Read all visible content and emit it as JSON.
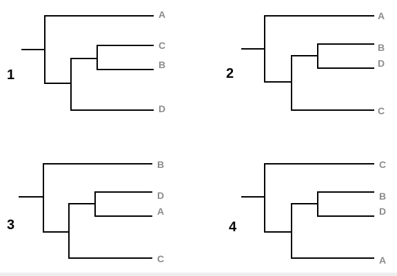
{
  "trees": [
    {
      "number": "1",
      "leaves": [
        "A",
        "C",
        "B",
        "D"
      ]
    },
    {
      "number": "2",
      "leaves": [
        "A",
        "B",
        "D",
        "C"
      ]
    },
    {
      "number": "3",
      "leaves": [
        "B",
        "D",
        "A",
        "C"
      ]
    },
    {
      "number": "4",
      "leaves": [
        "C",
        "B",
        "D",
        "A"
      ]
    }
  ],
  "colors": {
    "branch": "#000000",
    "leaf_label": "#8c8c8c",
    "tree_number": "#000000"
  }
}
